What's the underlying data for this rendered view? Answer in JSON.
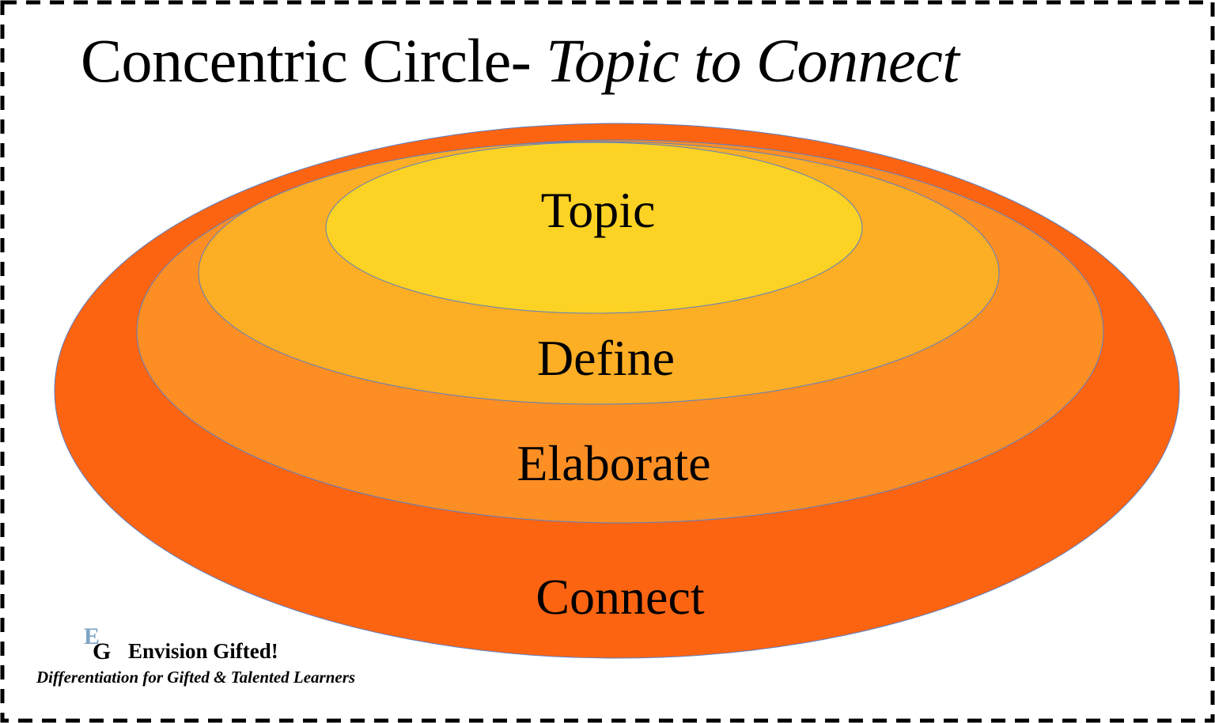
{
  "title": {
    "prefix": "Concentric Circle- ",
    "emphasis": "Topic to Connect"
  },
  "rings": [
    {
      "label": "Connect",
      "color": "#fc6412"
    },
    {
      "label": "Elaborate",
      "color": "#fc8e24"
    },
    {
      "label": "Define",
      "color": "#fcae24"
    },
    {
      "label": "Topic",
      "color": "#fcd224"
    }
  ],
  "colors": {
    "ring_outline": "#5b7fc4",
    "frame_border": "#000000"
  },
  "logo": {
    "mark_letter_top": "E",
    "mark_letter_bottom": "G",
    "name": "Envision Gifted!",
    "tagline": "Differentiation for Gifted & Talented Learners"
  }
}
